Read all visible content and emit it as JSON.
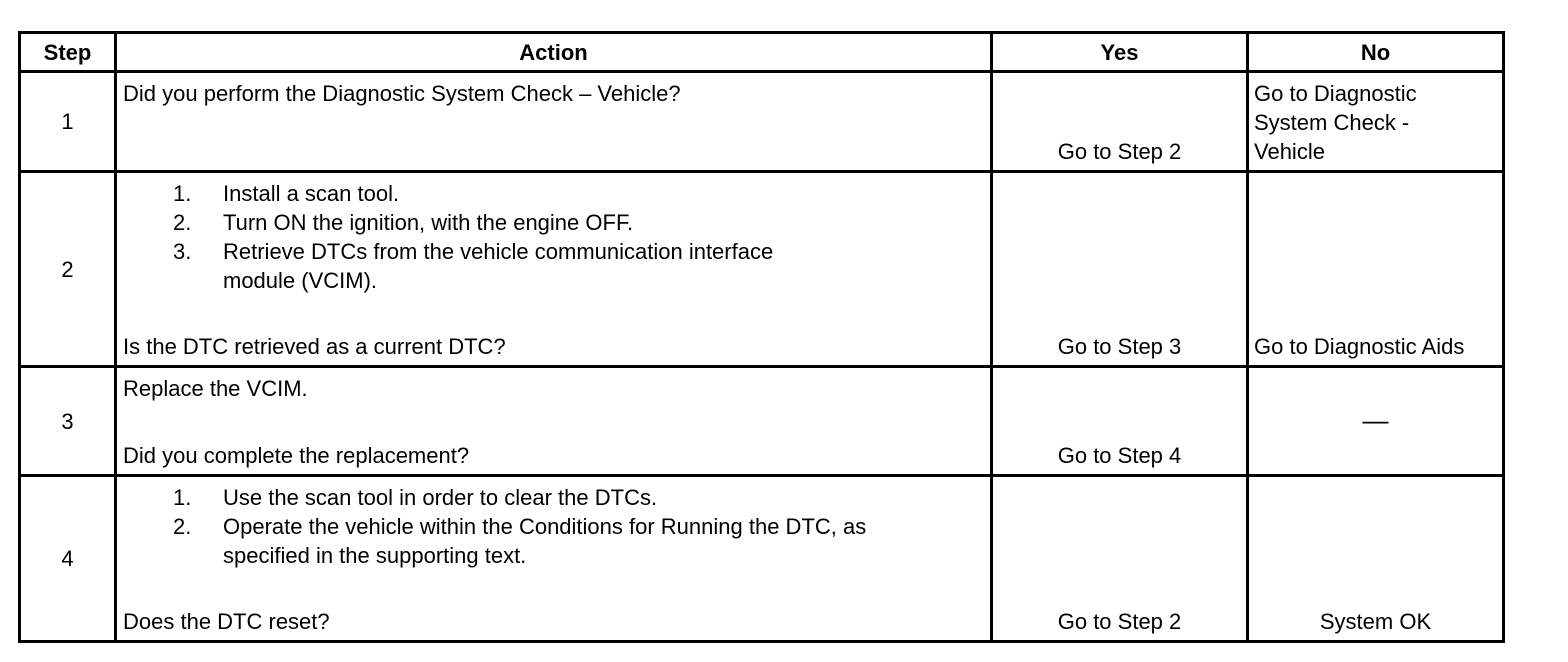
{
  "headers": {
    "step": "Step",
    "action": "Action",
    "yes": "Yes",
    "no": "No"
  },
  "rows": [
    {
      "step": "1",
      "action_intro": "Did you perform the Diagnostic System Check – Vehicle?",
      "yes": "Go to Step 2",
      "no": "Go to Diagnostic System Check - Vehicle"
    },
    {
      "step": "2",
      "items": [
        {
          "num": "1.",
          "text": "Install a scan tool."
        },
        {
          "num": "2.",
          "text": "Turn ON the ignition, with the engine OFF."
        },
        {
          "num": "3.",
          "text": "Retrieve DTCs from the vehicle communication interface module (VCIM)."
        }
      ],
      "question": "Is the DTC retrieved as a current DTC?",
      "yes": "Go to Step 3",
      "no": "Go to Diagnostic Aids"
    },
    {
      "step": "3",
      "action_intro": "Replace the VCIM.",
      "question": "Did you complete the replacement?",
      "yes": "Go to Step 4",
      "no": "—"
    },
    {
      "step": "4",
      "items": [
        {
          "num": "1.",
          "text": "Use the scan tool in order to clear the DTCs."
        },
        {
          "num": "2.",
          "text": "Operate the vehicle within the Conditions for Running the DTC, as specified in the supporting text."
        }
      ],
      "question": "Does the DTC reset?",
      "yes": "Go to Step 2",
      "no": "System OK"
    }
  ]
}
